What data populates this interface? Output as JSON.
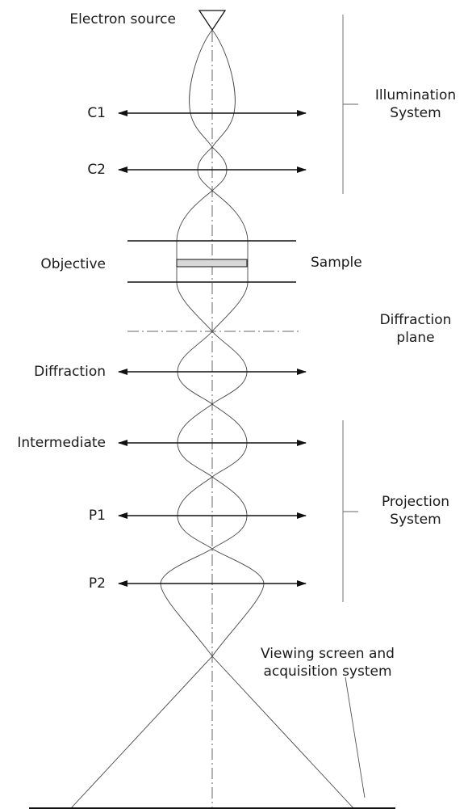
{
  "labels": {
    "source": "Electron source",
    "c1": "C1",
    "c2": "C2",
    "objective": "Objective",
    "sample": "Sample",
    "diffraction_lens": "Diffraction",
    "intermediate": "Intermediate",
    "p1": "P1",
    "p2": "P2",
    "illumination": [
      "Illumination",
      "System"
    ],
    "diffraction_plane": [
      "Diffraction",
      "plane"
    ],
    "projection": [
      "Projection",
      "System"
    ],
    "viewing": [
      "Viewing screen and",
      "acquisition system"
    ]
  },
  "colors": {
    "line": "#111111",
    "ray": "#444444",
    "sample_fill": "#d8d8d8"
  }
}
